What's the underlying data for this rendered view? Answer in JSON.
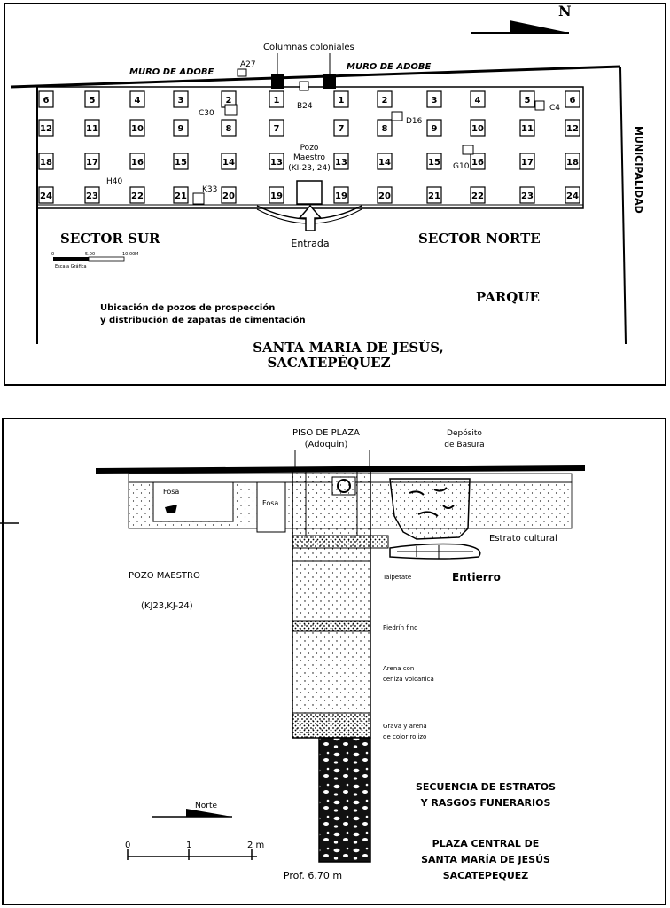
{
  "plan": {
    "labels": {
      "north": "N",
      "columnas": "Columnas coloniales",
      "muro_left": "MURO DE ADOBE",
      "muro_right": "MURO DE ADOBE",
      "a27": "A27",
      "b24": "B24",
      "c30": "C30",
      "c4": "C4",
      "d16": "D16",
      "g10": "G10",
      "h40": "H40",
      "k33": "K33",
      "pozo_line1": "Pozo",
      "pozo_line2": "Maestro",
      "pozo_line3": "(KI-23, 24)",
      "entrada": "Entrada",
      "sector_sur": "SECTOR SUR",
      "sector_norte": "SECTOR NORTE",
      "parque": "PARQUE",
      "municipalidad": "MUNICIPALIDAD",
      "scale_0": "0",
      "scale_mid": "5.00",
      "scale_end": "10.00",
      "scale_unit": "M",
      "scale_caption": "Escala Gráfica",
      "note_line1": "Ubicación de pozos de prospección",
      "note_line2": "y distribución de zapatas de cimentación",
      "title_line1": "SANTA MARIA DE JESÚS,",
      "title_line2": "SACATEPÉQUEZ"
    },
    "left_rows": [
      [
        "6",
        "5",
        "4",
        "3",
        "2",
        "1"
      ],
      [
        "12",
        "11",
        "10",
        "9",
        "8",
        "7"
      ],
      [
        "18",
        "17",
        "16",
        "15",
        "14",
        "13"
      ],
      [
        "24",
        "23",
        "22",
        "21",
        "20",
        "19"
      ]
    ],
    "right_rows": [
      [
        "1",
        "2",
        "3",
        "4",
        "5",
        "6"
      ],
      [
        "7",
        "8",
        "9",
        "10",
        "11",
        "12"
      ],
      [
        "13",
        "14",
        "15",
        "16",
        "17",
        "18"
      ],
      [
        "19",
        "20",
        "21",
        "22",
        "23",
        "24"
      ]
    ]
  },
  "section": {
    "labels": {
      "piso_line1": "PISO DE PLAZA",
      "piso_line2": "(Adoquin)",
      "deposito_line1": "Depósito",
      "deposito_line2": "de Basura",
      "fosa_left": "Fosa",
      "fosa_right": "Fosa",
      "estrato_cultural": "Estrato cultural",
      "pozo_maestro": "POZO MAESTRO",
      "pozo_codes": "(KJ23,KJ-24)",
      "talpetate": "Talpetate",
      "entierro": "Entierro",
      "piedrin": "Piedrín fino",
      "arena_line1": "Arena con",
      "arena_line2": "ceniza volcanica",
      "grava_line1": "Grava y arena",
      "grava_line2": "de color rojizo",
      "secuencia_line1": "SECUENCIA DE ESTRATOS",
      "secuencia_line2": "Y RASGOS FUNERARIOS",
      "plaza_line1": "PLAZA CENTRAL DE",
      "plaza_line2": "SANTA MARÍA DE JESÚS",
      "plaza_line3": "SACATEPEQUEZ",
      "norte": "Norte",
      "scale_0": "0",
      "scale_1": "1",
      "scale_2": "2 m",
      "profundidad": "Prof. 6.70 m"
    }
  }
}
